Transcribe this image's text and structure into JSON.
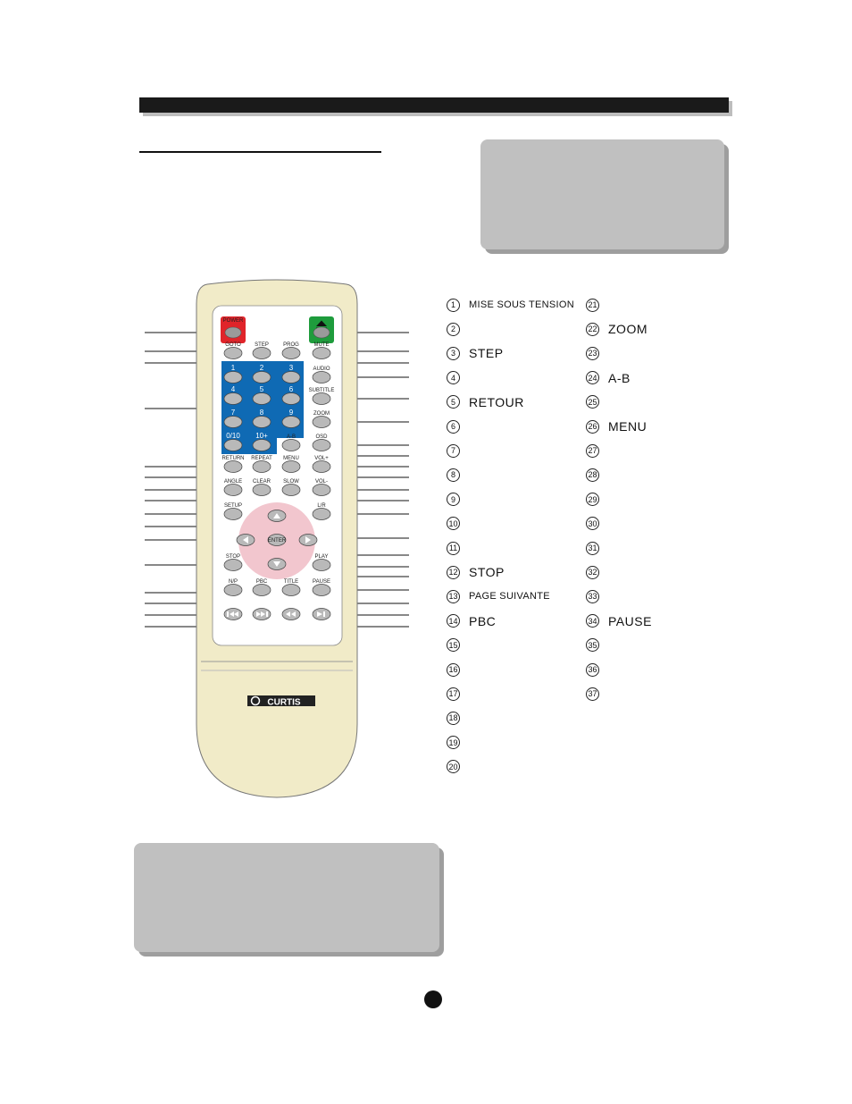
{
  "remote": {
    "brand": "CURTIS",
    "top": {
      "power": "POWER",
      "eject_icon": "eject-icon"
    },
    "labels": [
      "GOTO",
      "STEP",
      "PROG",
      "MUTE",
      "AUDIO",
      "SUBTITLE",
      "ZOOM",
      "OSD",
      "A-B",
      "RETURN",
      "REPEAT",
      "MENU",
      "VOL+",
      "ANGLE",
      "CLEAR",
      "SLOW",
      "VOL-",
      "SETUP",
      "L/R",
      "ENTER",
      "PLAY",
      "STOP",
      "N/P",
      "PBC",
      "TITLE",
      "PAUSE"
    ],
    "digits": [
      "1",
      "2",
      "3",
      "4",
      "5",
      "6",
      "7",
      "8",
      "9",
      "0/10",
      "10+"
    ],
    "colors": {
      "body": "#f1ebc8",
      "panel": "#ffffff",
      "keypad": "#0f6ab4",
      "power": "#e0242a",
      "eject": "#1e9c3c",
      "nav": "#f2c6ce",
      "button": "#b9b9b9"
    }
  },
  "legend": {
    "left": [
      {
        "n": "1",
        "label": "MISE SOUS TENSION"
      },
      {
        "n": "2",
        "label": ""
      },
      {
        "n": "3",
        "label": "STEP"
      },
      {
        "n": "4",
        "label": ""
      },
      {
        "n": "5",
        "label": "RETOUR"
      },
      {
        "n": "6",
        "label": ""
      },
      {
        "n": "7",
        "label": ""
      },
      {
        "n": "8",
        "label": ""
      },
      {
        "n": "9",
        "label": ""
      },
      {
        "n": "10",
        "label": ""
      },
      {
        "n": "11",
        "label": ""
      },
      {
        "n": "12",
        "label": "STOP"
      },
      {
        "n": "13",
        "label": "PAGE SUIVANTE"
      },
      {
        "n": "14",
        "label": "PBC"
      },
      {
        "n": "15",
        "label": ""
      },
      {
        "n": "16",
        "label": ""
      },
      {
        "n": "17",
        "label": ""
      },
      {
        "n": "18",
        "label": ""
      },
      {
        "n": "19",
        "label": ""
      },
      {
        "n": "20",
        "label": ""
      }
    ],
    "right": [
      {
        "n": "21",
        "label": ""
      },
      {
        "n": "22",
        "label": "ZOOM"
      },
      {
        "n": "23",
        "label": ""
      },
      {
        "n": "24",
        "label": "A-B"
      },
      {
        "n": "25",
        "label": ""
      },
      {
        "n": "26",
        "label": "MENU"
      },
      {
        "n": "27",
        "label": ""
      },
      {
        "n": "28",
        "label": ""
      },
      {
        "n": "29",
        "label": ""
      },
      {
        "n": "30",
        "label": ""
      },
      {
        "n": "31",
        "label": ""
      },
      {
        "n": "32",
        "label": ""
      },
      {
        "n": "33",
        "label": ""
      },
      {
        "n": "34",
        "label": "PAUSE"
      },
      {
        "n": "35",
        "label": ""
      },
      {
        "n": "36",
        "label": ""
      },
      {
        "n": "37",
        "label": ""
      }
    ]
  }
}
